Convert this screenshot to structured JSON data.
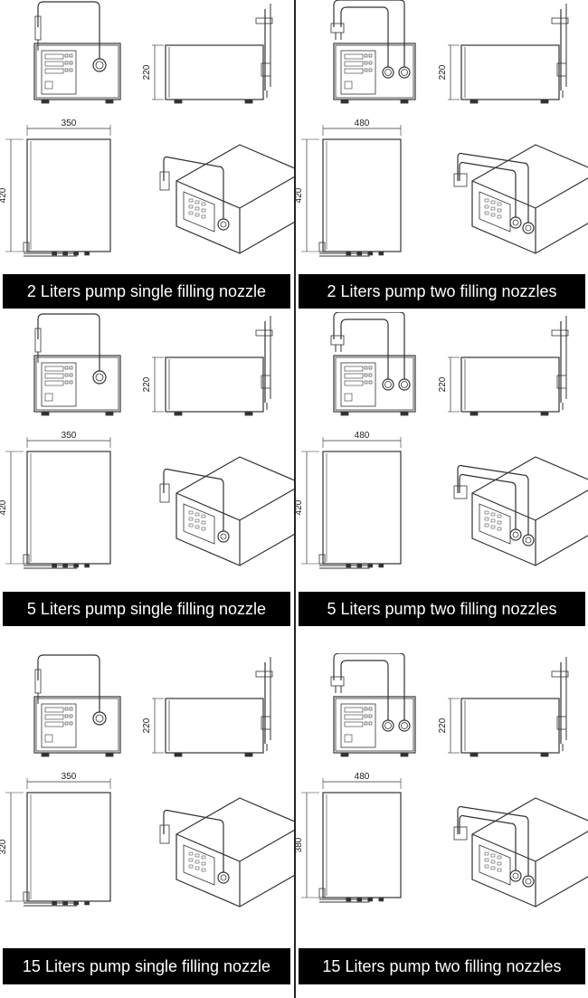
{
  "panels": [
    {
      "caption": "2 Liters pump single filling nozzle",
      "height_dim": "220",
      "width_dim": "350",
      "depth_dim": "420",
      "nozzles": 1
    },
    {
      "caption": "2 Liters pump two filling nozzles",
      "height_dim": "220",
      "width_dim": "480",
      "depth_dim": "420",
      "nozzles": 2
    },
    {
      "caption": "5 Liters pump single filling nozzle",
      "height_dim": "220",
      "width_dim": "350",
      "depth_dim": "420",
      "nozzles": 1
    },
    {
      "caption": "5 Liters pump two filling nozzles",
      "height_dim": "220",
      "width_dim": "480",
      "depth_dim": "420",
      "nozzles": 2
    },
    {
      "caption": "15 Liters pump single filling nozzle",
      "height_dim": "220",
      "width_dim": "350",
      "depth_dim": "320",
      "nozzles": 1
    },
    {
      "caption": "15 Liters pump two filling nozzles",
      "height_dim": "220",
      "width_dim": "480",
      "depth_dim": "380",
      "nozzles": 2
    }
  ],
  "colors": {
    "line": "#333333",
    "caption_bg": "#000000",
    "caption_text": "#ffffff",
    "divider": "#222222"
  }
}
